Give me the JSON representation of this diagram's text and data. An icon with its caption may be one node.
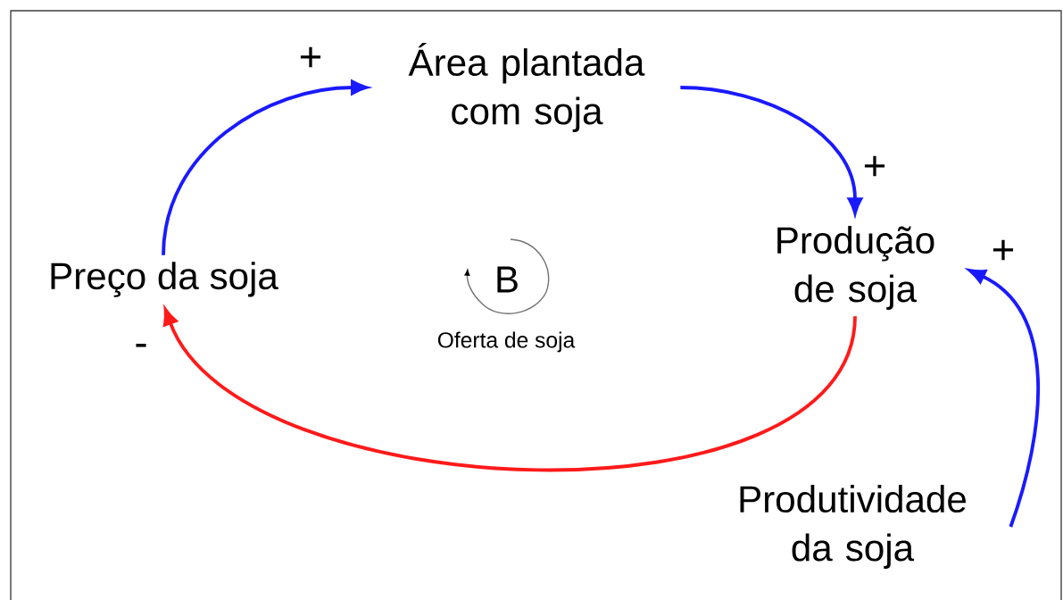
{
  "diagram": {
    "nodes": [
      {
        "text": [
          "Área plantada com soja"
        ]
      },
      {
        "text": [
          "Produção de soja"
        ]
      },
      {
        "text": [
          "Preço da soja"
        ]
      },
      {
        "text": [
          "Produtividade da soja"
        ]
      }
    ],
    "edges": [
      {
        "from": 2,
        "to": 0,
        "arrow": "to",
        "label": "+"
      },
      {
        "from": 0,
        "to": 1,
        "arrow": "to",
        "label": "+"
      },
      {
        "from": 3,
        "to": 1,
        "arrow": "to",
        "label": "+"
      },
      {
        "from": 1,
        "to": 2,
        "arrow": "to",
        "label": "-",
        "color": "#ff1a1a"
      }
    ],
    "labels": [
      "B",
      "Oferta de soja"
    ]
  }
}
